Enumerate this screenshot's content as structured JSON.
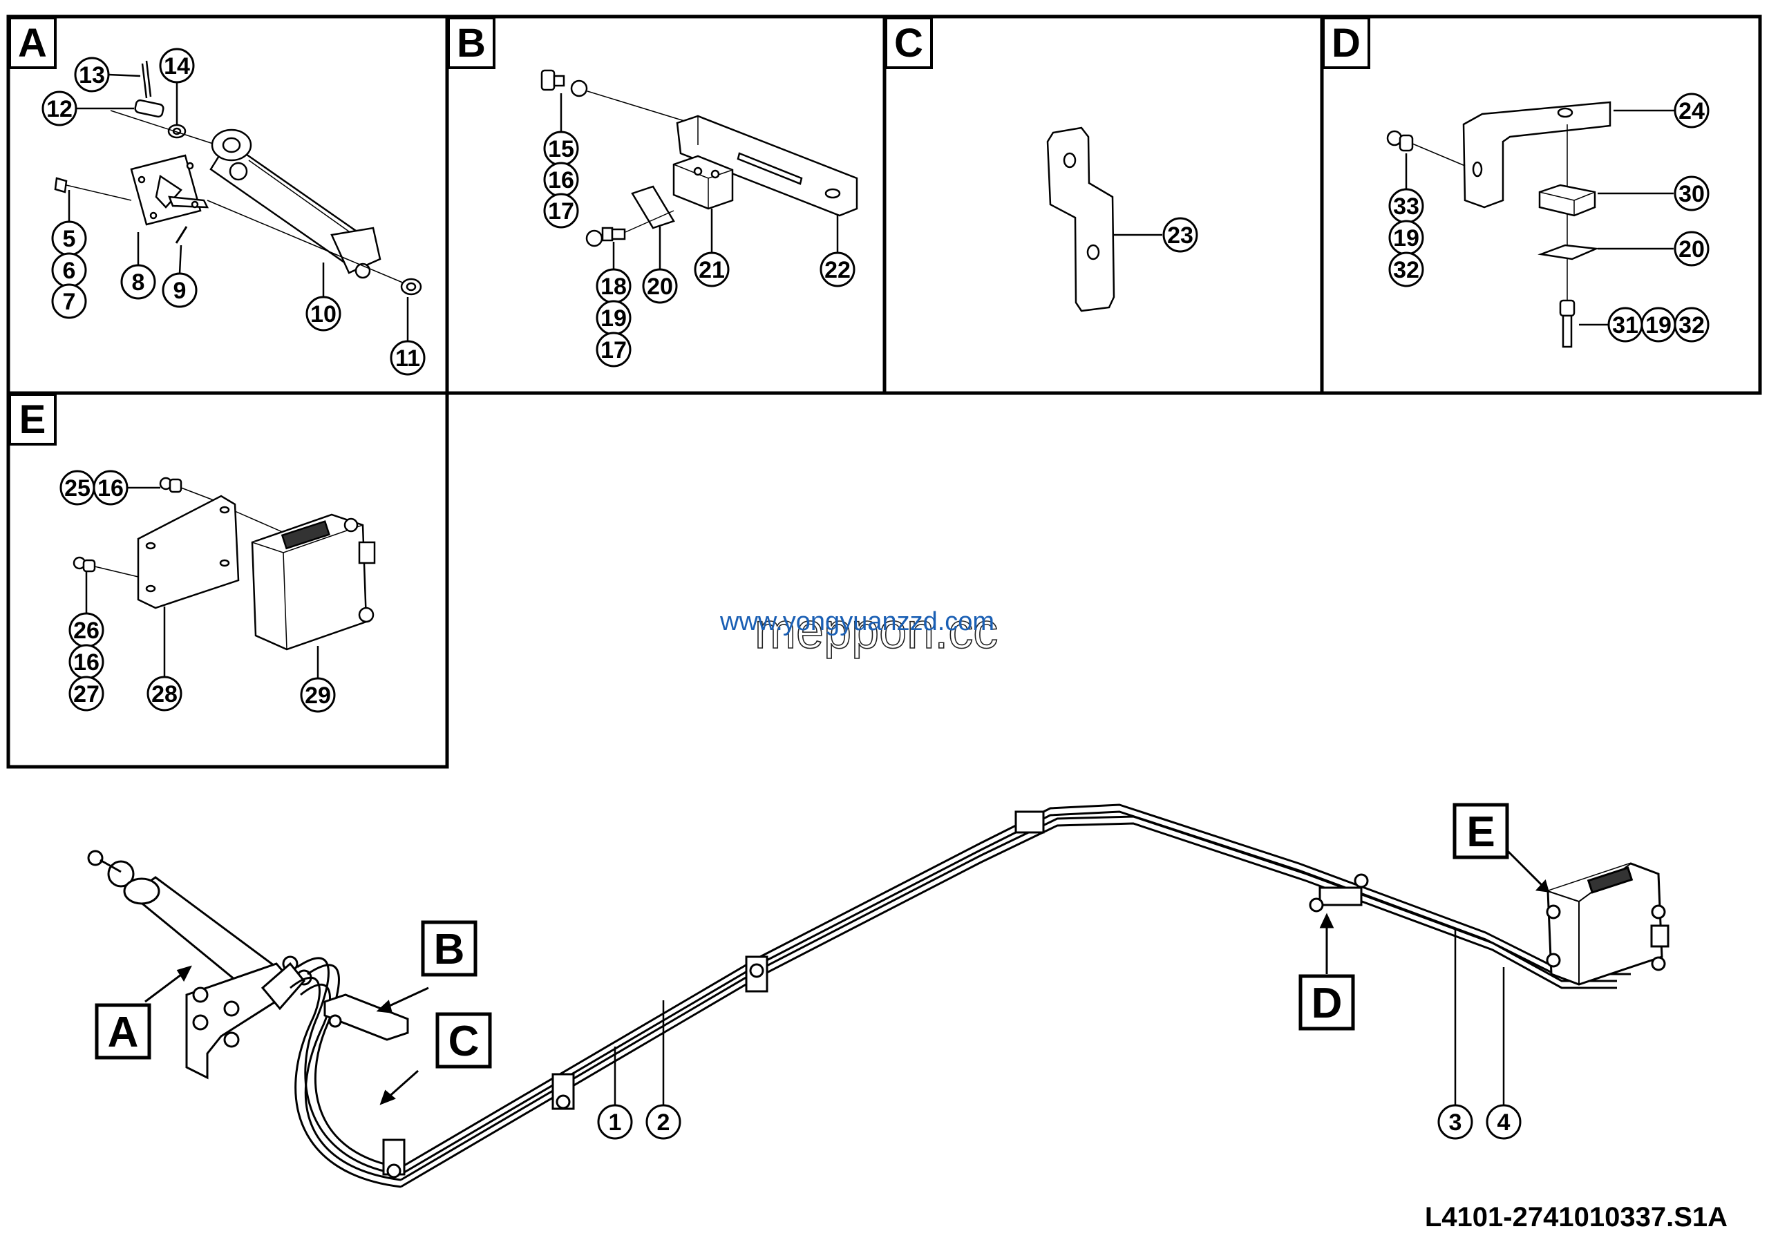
{
  "panels": {
    "A": {
      "letter": "A"
    },
    "B": {
      "letter": "B"
    },
    "C": {
      "letter": "C"
    },
    "D": {
      "letter": "D"
    },
    "E": {
      "letter": "E"
    }
  },
  "callouts": {
    "A": [
      "13",
      "14",
      "12",
      "5",
      "6",
      "7",
      "8",
      "9",
      "10",
      "11"
    ],
    "B": [
      "15",
      "16",
      "17",
      "18",
      "19",
      "17",
      "20",
      "21",
      "22"
    ],
    "C": [
      "23"
    ],
    "D": [
      "24",
      "33",
      "19",
      "32",
      "30",
      "20",
      "31",
      "19",
      "32"
    ],
    "E": [
      "25",
      "16",
      "26",
      "16",
      "27",
      "28",
      "29"
    ],
    "main": [
      "1",
      "2",
      "3",
      "4"
    ]
  },
  "main_refs": {
    "A": "A",
    "B": "B",
    "C": "C",
    "D": "D",
    "E": "E"
  },
  "watermark": {
    "top": "www.yongyuanzzd.com",
    "bottom": "meppon.cc"
  },
  "drawing_number": "L4101-2741010337.S1A"
}
